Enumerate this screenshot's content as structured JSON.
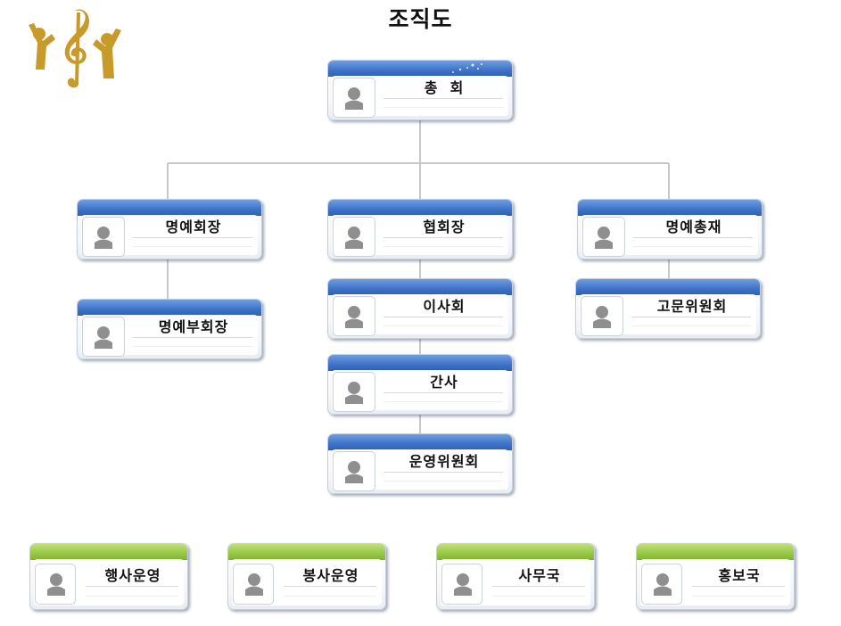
{
  "title": "조직도",
  "nodes": {
    "general_assembly": "총  회",
    "honorary_president": "명예회장",
    "association_president": "협회장",
    "honorary_chairman": "명예총재",
    "honorary_vice_president": "명예부회장",
    "board_of_directors": "이사회",
    "auditor": "간사",
    "steering_committee": "운영위원회",
    "advisory_committee": "고문위원회"
  },
  "departments": {
    "events": "행사운영",
    "volunteer": "봉사운영",
    "secretariat": "사무국",
    "public_relations": "홍보국"
  },
  "colors": {
    "blue_band": "#3f73c8",
    "green_band": "#97c747",
    "logo_gold": "#c79a2a",
    "connector": "#c8c8c8"
  }
}
